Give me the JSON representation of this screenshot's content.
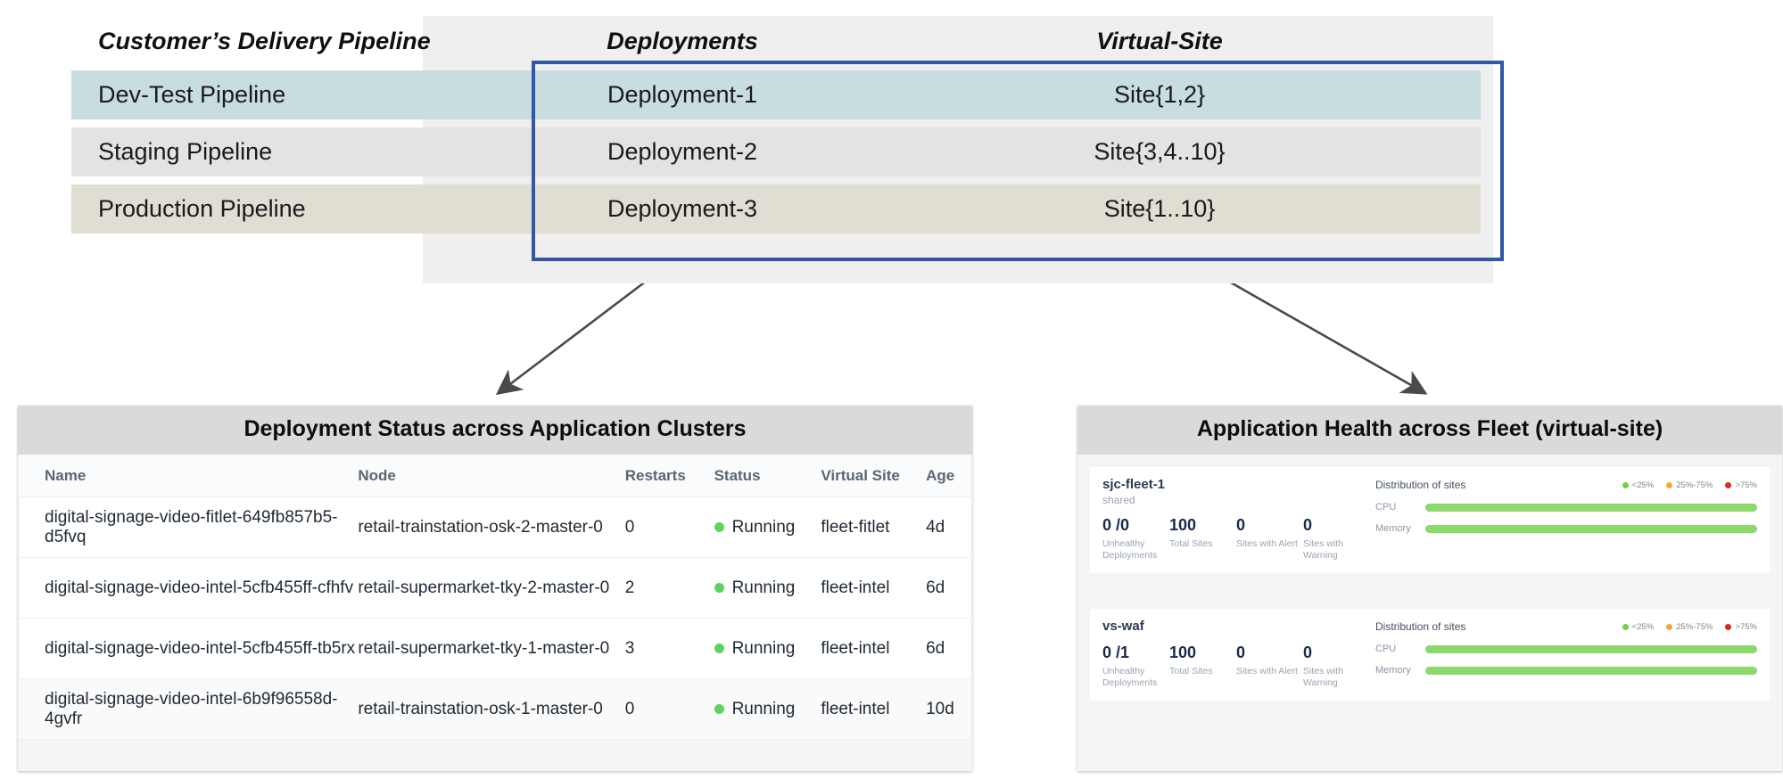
{
  "pipeline": {
    "headers": [
      "Customer’s Delivery Pipeline",
      "Deployments",
      "Virtual-Site"
    ],
    "rows": [
      {
        "pipeline": "Dev-Test Pipeline",
        "deployment": "Deployment-1",
        "virtual_site": "Site{1,2}"
      },
      {
        "pipeline": "Staging Pipeline",
        "deployment": "Deployment-2",
        "virtual_site": "Site{3,4..10}"
      },
      {
        "pipeline": "Production Pipeline",
        "deployment": "Deployment-3",
        "virtual_site": "Site{1..10}"
      }
    ],
    "highlight_color": "#3257a8"
  },
  "deployment_card": {
    "title": "Deployment Status across Application Clusters",
    "columns": [
      "Name",
      "Node",
      "Restarts",
      "Status",
      "Virtual Site",
      "Age"
    ],
    "rows": [
      {
        "name": "digital-signage-video-fitlet-649fb857b5-d5fvq",
        "node": "retail-trainstation-osk-2-master-0",
        "restarts": "0",
        "status": "Running",
        "virtual_site": "fleet-fitlet",
        "age": "4d"
      },
      {
        "name": "digital-signage-video-intel-5cfb455ff-cfhfv",
        "node": "retail-supermarket-tky-2-master-0",
        "restarts": "2",
        "status": "Running",
        "virtual_site": "fleet-intel",
        "age": "6d"
      },
      {
        "name": "digital-signage-video-intel-5cfb455ff-tb5rx",
        "node": "retail-supermarket-tky-1-master-0",
        "restarts": "3",
        "status": "Running",
        "virtual_site": "fleet-intel",
        "age": "6d"
      },
      {
        "name": "digital-signage-video-intel-6b9f96558d-4gvfr",
        "node": "retail-trainstation-osk-1-master-0",
        "restarts": "0",
        "status": "Running",
        "virtual_site": "fleet-intel",
        "age": "10d"
      }
    ],
    "status_color": "#5fd35f"
  },
  "fleet_card": {
    "title": "Application Health across Fleet (virtual-site)",
    "distribution_title": "Distribution of sites",
    "legend": [
      {
        "label": "<25%",
        "color": "#6fcf4f"
      },
      {
        "label": "25%-75%",
        "color": "#f0a935"
      },
      {
        "label": ">75%",
        "color": "#d0301a"
      }
    ],
    "stat_labels": [
      "Unhealthy Deployments",
      "Total Sites",
      "Sites with Alert",
      "Sites with Warning"
    ],
    "bar_labels": [
      "CPU",
      "Memory"
    ],
    "items": [
      {
        "name": "sjc-fleet-1",
        "subtitle": "shared",
        "unhealthy_deployments": "0 /0",
        "unhealthy_current": "0",
        "unhealthy_total": "/0",
        "total_sites": "100",
        "sites_with_alert": "0",
        "sites_with_warning": "0",
        "cpu_green_pct": 100,
        "memory_green_pct": 100
      },
      {
        "name": "vs-waf",
        "subtitle": "",
        "unhealthy_deployments": "0 /1",
        "unhealthy_current": "0",
        "unhealthy_total": "/1",
        "total_sites": "100",
        "sites_with_alert": "0",
        "sites_with_warning": "0",
        "cpu_green_pct": 100,
        "memory_green_pct": 100
      }
    ]
  }
}
